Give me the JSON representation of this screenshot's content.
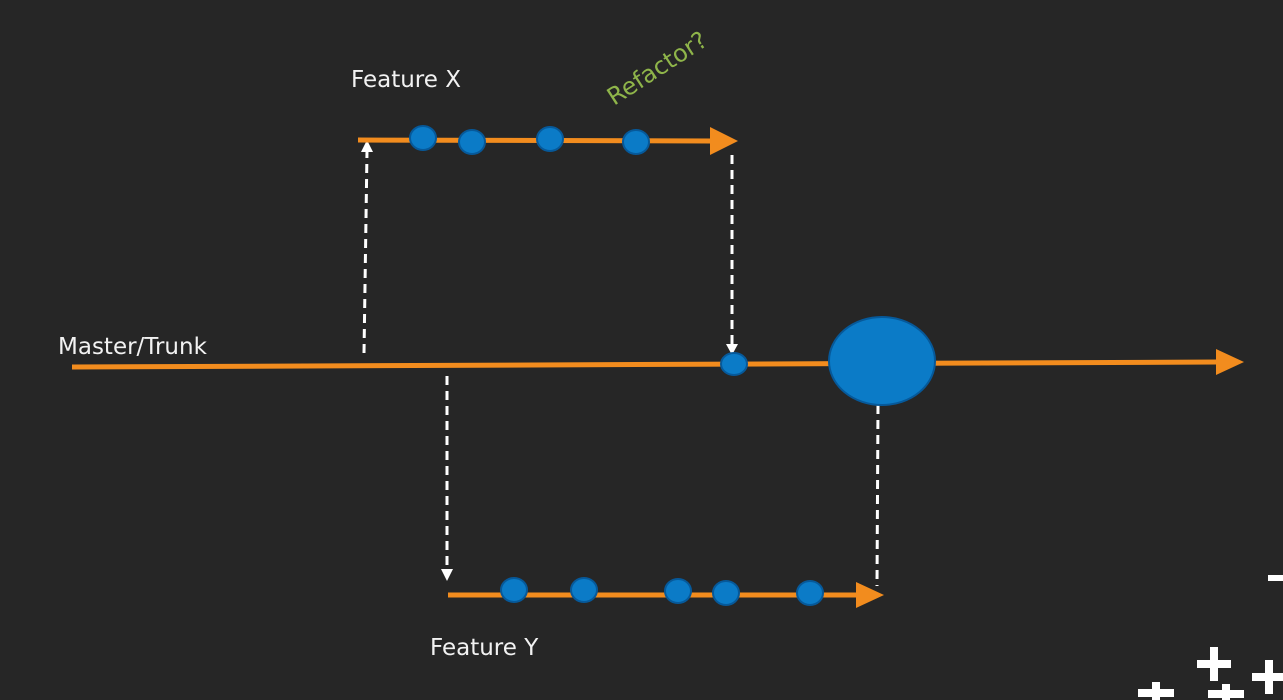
{
  "colors": {
    "background": "#262626",
    "branch_line": "#f28c1e",
    "commit": "#0b7bc7",
    "commit_stroke": "#06599a",
    "connector": "#ffffff",
    "label": "#f2f2f2",
    "annotation": "#8fb54a"
  },
  "labels": {
    "master": "Master/Trunk",
    "feature_x": "Feature X",
    "feature_y": "Feature Y",
    "annotation": "Refactor?"
  },
  "branches": [
    {
      "id": "master",
      "commit_count": 2
    },
    {
      "id": "feature-x",
      "commit_count": 4
    },
    {
      "id": "feature-y",
      "commit_count": 5
    }
  ],
  "connectors": [
    {
      "from": "master",
      "to": "feature-x",
      "kind": "branch"
    },
    {
      "from": "feature-x",
      "to": "master",
      "kind": "merge"
    },
    {
      "from": "master",
      "to": "feature-y",
      "kind": "branch"
    },
    {
      "from": "feature-y",
      "to": "master",
      "kind": "merge"
    }
  ],
  "decorations": [
    "plus-icon"
  ]
}
